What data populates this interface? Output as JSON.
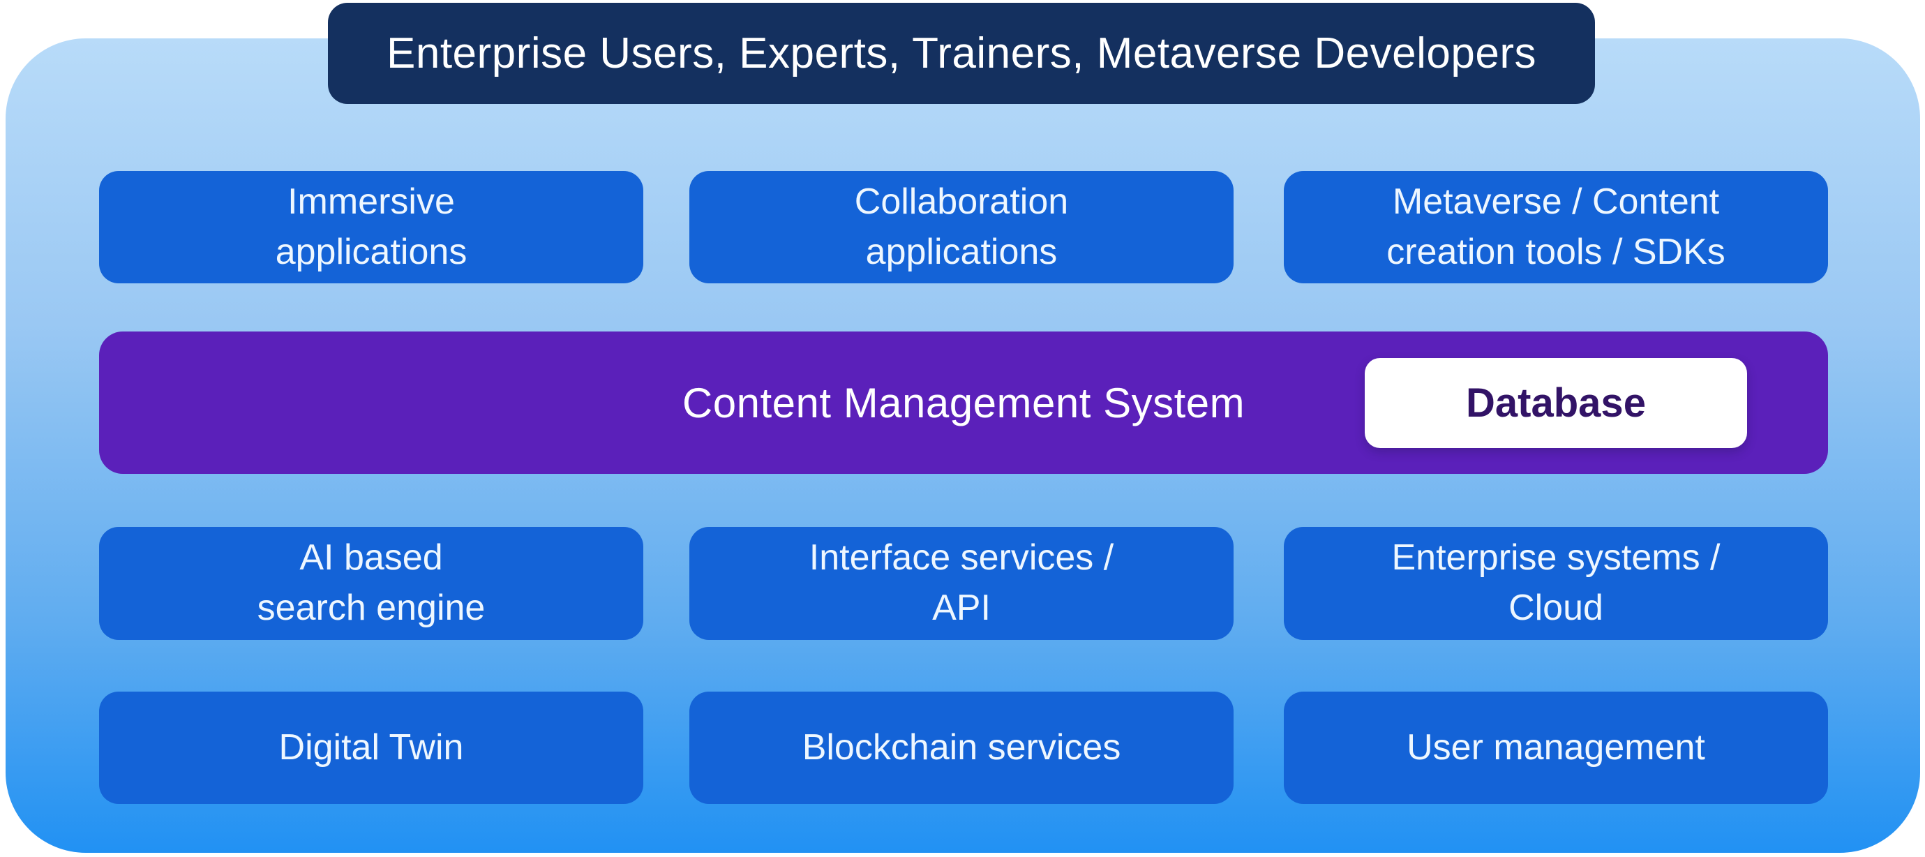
{
  "title_bar": {
    "label": "Enterprise Users, Experts, Trainers, Metaverse Developers"
  },
  "application_layer": [
    {
      "label": "Immersive\napplications"
    },
    {
      "label": "Collaboration\napplications"
    },
    {
      "label": "Metaverse / Content\ncreation tools / SDKs"
    }
  ],
  "platform_layer": {
    "cms_label": "Content Management System",
    "database_label": "Database"
  },
  "services_layer": [
    {
      "label": "AI based\nsearch engine"
    },
    {
      "label": "Interface services /\nAPI"
    },
    {
      "label": "Enterprise systems /\nCloud"
    }
  ],
  "foundation_layer": [
    {
      "label": "Digital Twin"
    },
    {
      "label": "Blockchain services"
    },
    {
      "label": "User management"
    }
  ],
  "colors": {
    "header_navy": "#14305f",
    "box_blue": "#1463d7",
    "cms_purple": "#5b20ba",
    "database_text_purple": "#321366",
    "panel_gradient_top": "#b8dbf9",
    "panel_gradient_bottom": "#2191f3"
  }
}
